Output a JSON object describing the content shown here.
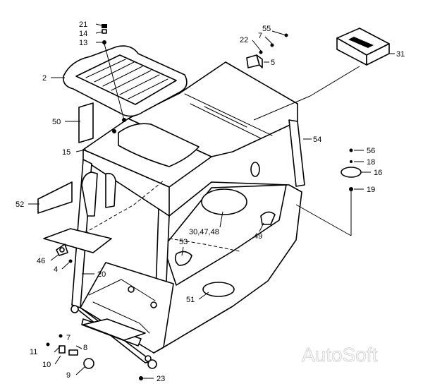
{
  "watermark": "AutoSoft",
  "callouts": [
    {
      "id": "c21",
      "label": "21"
    },
    {
      "id": "c14",
      "label": "14"
    },
    {
      "id": "c13",
      "label": "13"
    },
    {
      "id": "c2",
      "label": "2"
    },
    {
      "id": "c50",
      "label": "50"
    },
    {
      "id": "c15",
      "label": "15"
    },
    {
      "id": "c52",
      "label": "52"
    },
    {
      "id": "c46",
      "label": "46"
    },
    {
      "id": "c4",
      "label": "4"
    },
    {
      "id": "c20",
      "label": "20"
    },
    {
      "id": "c7a",
      "label": "7"
    },
    {
      "id": "c11",
      "label": "11"
    },
    {
      "id": "c8",
      "label": "8"
    },
    {
      "id": "c10",
      "label": "10"
    },
    {
      "id": "c9",
      "label": "9"
    },
    {
      "id": "c23",
      "label": "23"
    },
    {
      "id": "c55",
      "label": "55"
    },
    {
      "id": "c22",
      "label": "22"
    },
    {
      "id": "c7b",
      "label": "7"
    },
    {
      "id": "c5",
      "label": "5"
    },
    {
      "id": "c31",
      "label": "31"
    },
    {
      "id": "c54",
      "label": "54"
    },
    {
      "id": "c56",
      "label": "56"
    },
    {
      "id": "c18",
      "label": "18"
    },
    {
      "id": "c16",
      "label": "16"
    },
    {
      "id": "c19",
      "label": "19"
    },
    {
      "id": "c30",
      "label": "30,47,48"
    },
    {
      "id": "c49",
      "label": "49"
    },
    {
      "id": "c53",
      "label": "53"
    },
    {
      "id": "c51",
      "label": "51"
    }
  ]
}
